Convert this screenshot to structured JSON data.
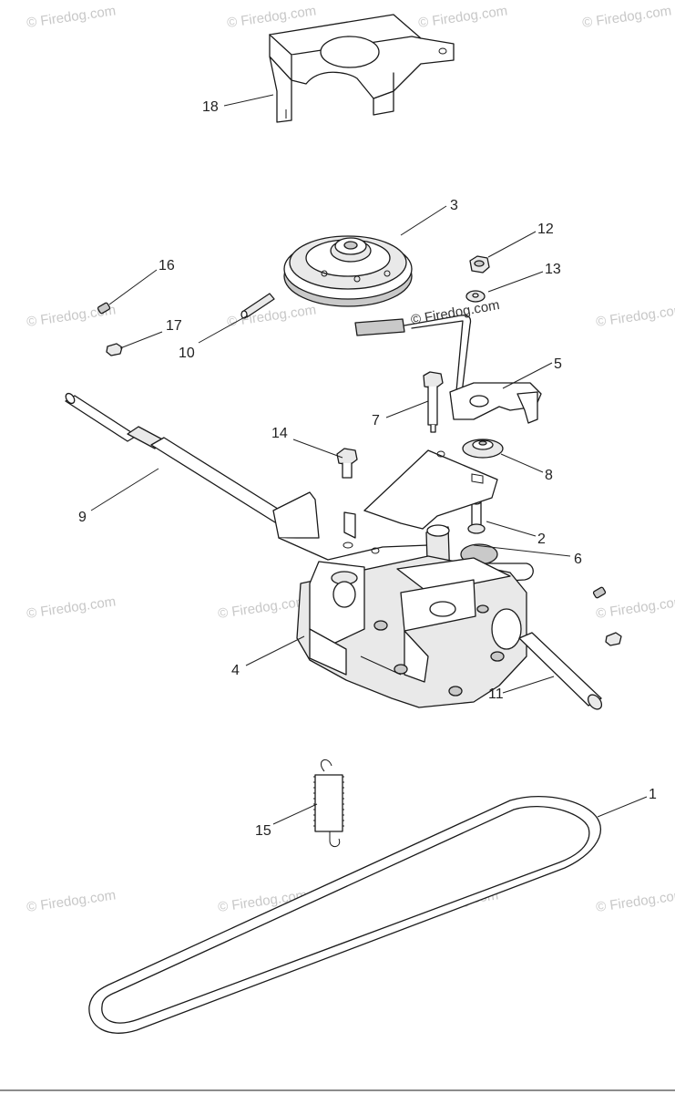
{
  "callouts": {
    "c1": "1",
    "c2": "2",
    "c3": "3",
    "c4": "4",
    "c5": "5",
    "c6": "6",
    "c7": "7",
    "c8": "8",
    "c9": "9",
    "c10": "10",
    "c11": "11",
    "c12": "12",
    "c13": "13",
    "c14": "14",
    "c15": "15",
    "c16": "16",
    "c17": "17",
    "c18": "18"
  },
  "watermark": {
    "text": "© Firedog.com",
    "link_text": "© Firedog.com"
  }
}
